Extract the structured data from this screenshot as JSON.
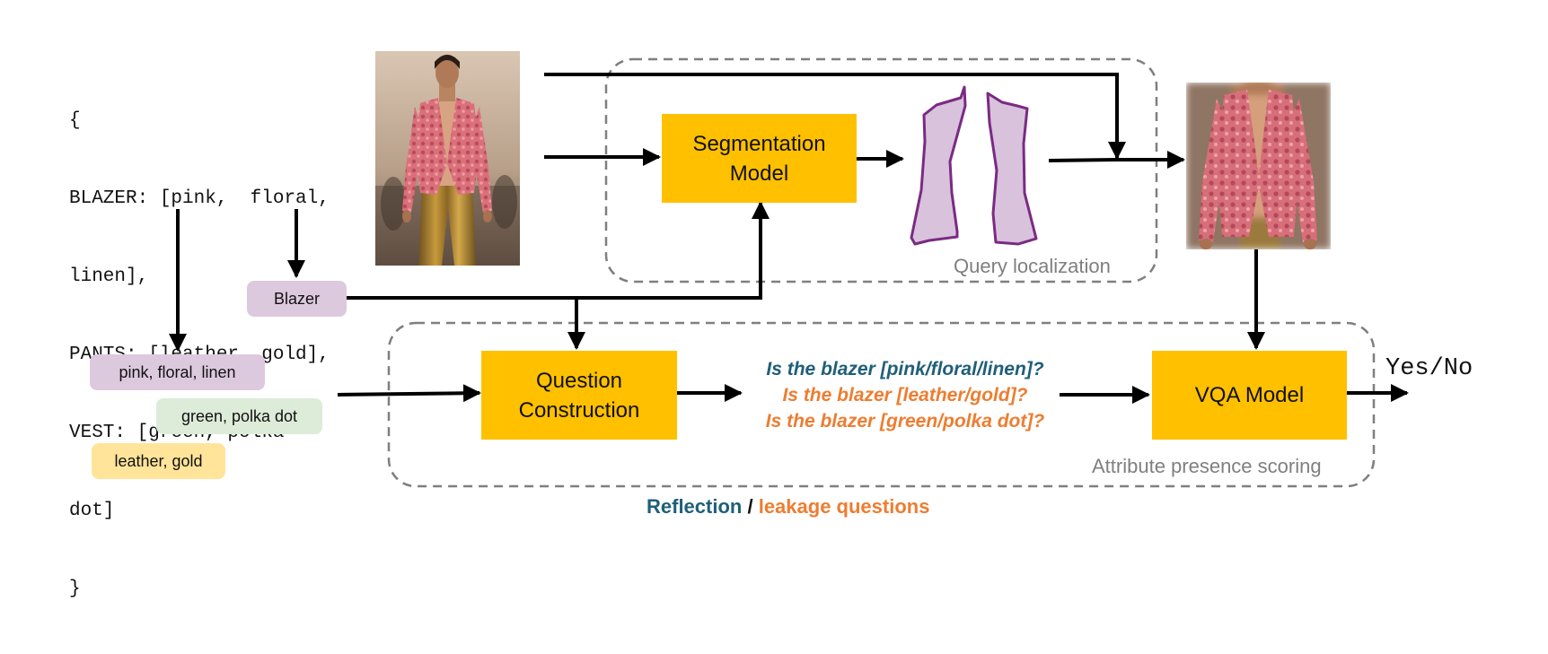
{
  "code_lines": [
    "{",
    "BLAZER: [pink,  floral,",
    "linen],",
    "PANTS: [leather, gold],",
    "VEST: [green, polka",
    "dot]",
    "}"
  ],
  "boxes": {
    "segmentation": [
      "Segmentation",
      "Model"
    ],
    "question_construction": [
      "Question",
      "Construction"
    ],
    "vqa": "VQA Model"
  },
  "pills": {
    "blazer": "Blazer",
    "pink": "pink, floral, linen",
    "green": "green, polka dot",
    "leather": "leather, gold"
  },
  "questions": [
    "Is the blazer [pink/floral/linen]?",
    "Is the blazer [leather/gold]?",
    "Is the blazer [green/polka dot]?"
  ],
  "regions": {
    "query_localization": "Query localization",
    "attribute_scoring": "Attribute presence scoring"
  },
  "output": "Yes/No",
  "legend": {
    "reflection": "Reflection",
    "separator": " / ",
    "leakage": "leakage questions"
  },
  "colors": {
    "box": "#FFC000",
    "reflection": "#1F5F7A",
    "leakage": "#ED7D31",
    "pill_purple": "#DDC9DE",
    "pill_green": "#DDEBD9",
    "pill_yellow": "#FFE49A",
    "mask_fill": "#D9C2DC",
    "mask_stroke": "#7B2A84"
  }
}
